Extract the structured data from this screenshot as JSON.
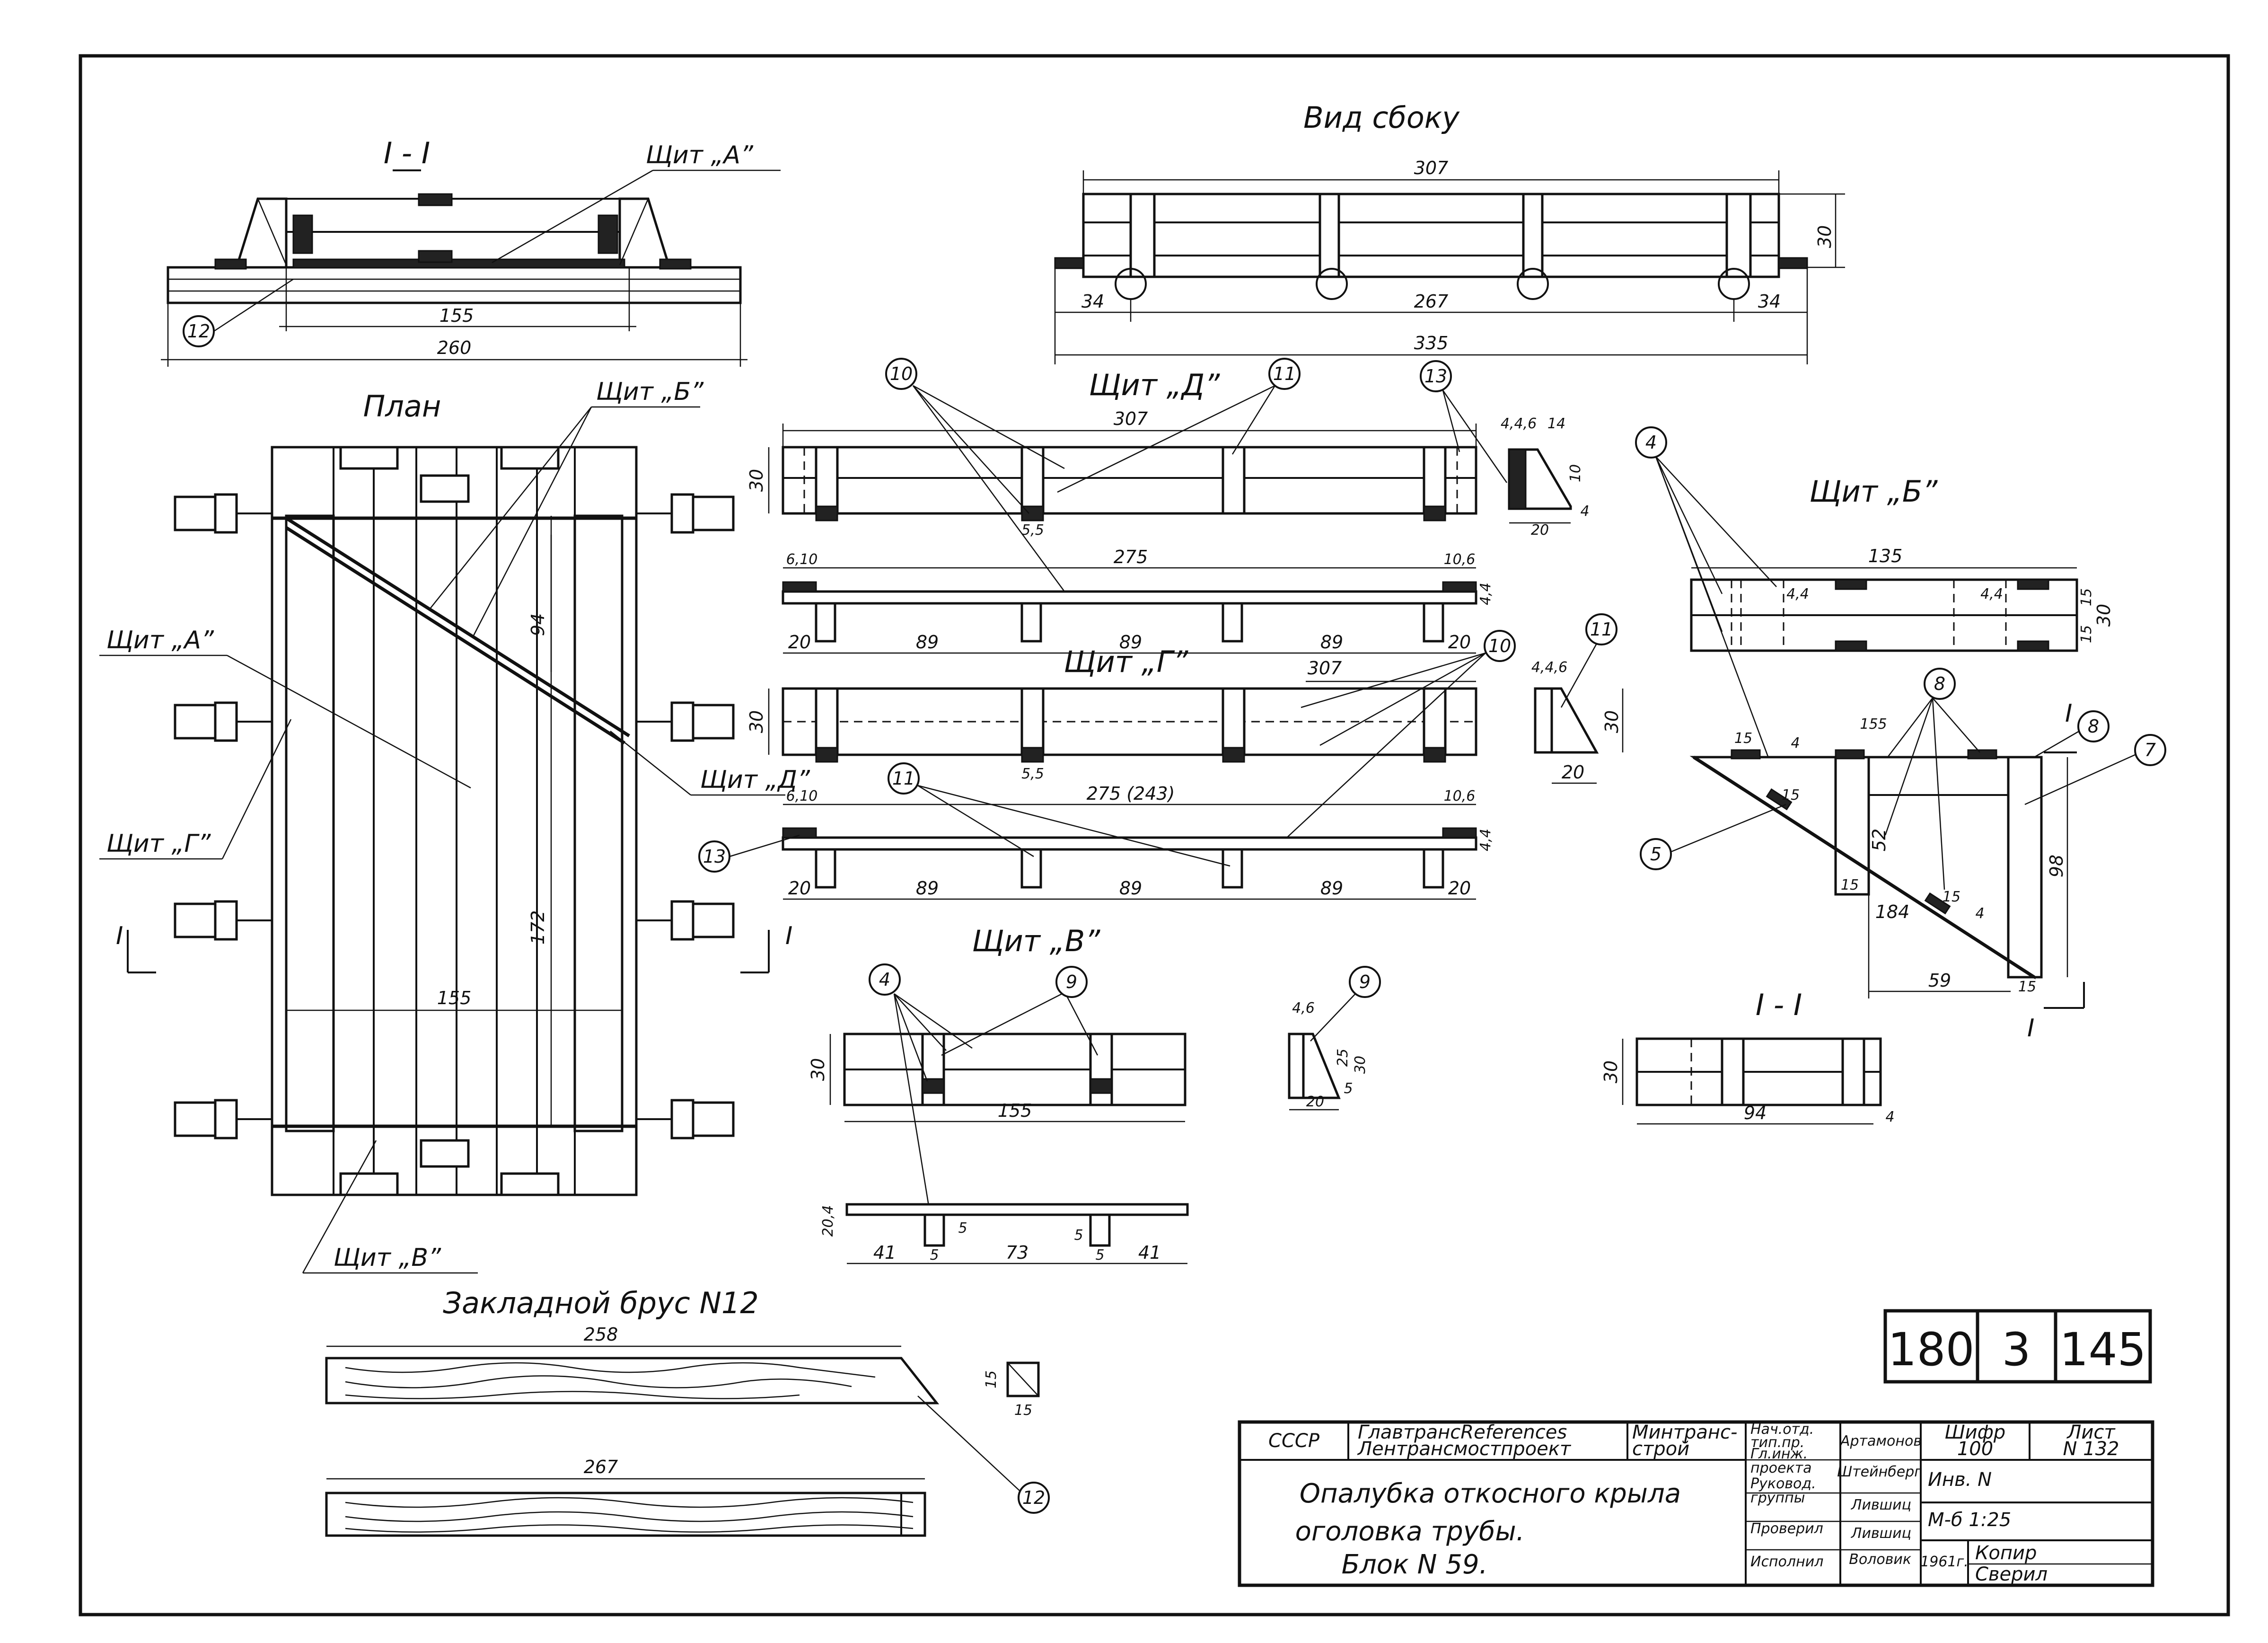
{
  "views": {
    "side_view": "Вид сбоку",
    "section_top": "I - I",
    "plan": "План",
    "shield_d": "Щит „Д”",
    "shield_g": "Щит „Г”",
    "shield_v": "Щит „В”",
    "shield_b": "Щит „Б”",
    "section_b": "I - I",
    "embedded_beam": "Закладной брус N12"
  },
  "labels": {
    "shield_a": "Щит „А”",
    "shield_b": "Щит „Б”",
    "shield_v": "Щит „В”",
    "shield_g": "Щит „Г”",
    "shield_d": "Щит „Д”",
    "cut_mark": "I"
  },
  "markers": [
    "12",
    "10",
    "11",
    "13",
    "4",
    "9",
    "8",
    "7",
    "5"
  ],
  "dims": {
    "sec_155": "155",
    "sec_260": "260",
    "side_307": "307",
    "side_30": "30",
    "side_34a": "34",
    "side_267": "267",
    "side_34b": "34",
    "side_335": "335",
    "plan_94": "94",
    "plan_172": "172",
    "plan_155": "155",
    "d_307": "307",
    "d_30": "30",
    "d_446": "4,4,6",
    "d_14": "14",
    "d_10": "10",
    "d_20": "20",
    "d_4": "4",
    "d_55": "5,5",
    "d_610": "6,10",
    "d_275": "275",
    "d_106": "10,6",
    "d_44": "4,4",
    "d_20a": "20",
    "d_89a": "89",
    "d_89b": "89",
    "d_89c": "89",
    "d_20b": "20",
    "g_307": "307",
    "g_30": "30",
    "g_55": "5,5",
    "g_610": "6,10",
    "g_275": "275 (243)",
    "g_106": "10,6",
    "g_44": "4,4",
    "g_20a": "20",
    "g_89a": "89",
    "g_89b": "89",
    "g_89c": "89",
    "g_20b": "20",
    "g_446": "4,4,6",
    "g_30p": "30",
    "g_20p": "20",
    "v_30": "30",
    "v_155": "155",
    "v_46": "4,6",
    "v_25": "25",
    "v_30b": "30",
    "v_5": "5",
    "v_20": "20",
    "v_204": "20,4",
    "v_5a": "5",
    "v_5b": "5",
    "v_41a": "41",
    "v_5c": "5",
    "v_73": "73",
    "v_5d": "5",
    "v_41b": "41",
    "b_135": "135",
    "b_15a": "15",
    "b_30": "30",
    "b_15b": "15",
    "b_44a": "4,4",
    "b_44b": "4,4",
    "b_15c": "15",
    "b_155": "155",
    "b_4": "4",
    "b_15d": "15",
    "b_52": "52",
    "b_15e": "15",
    "b_15f": "15",
    "b_184": "184",
    "b_15g": "15",
    "b_4b": "4",
    "b_98": "98",
    "b_59": "59",
    "b_15h": "15",
    "s_30": "30",
    "s_94": "94",
    "s_4": "4",
    "beam_258": "258",
    "beam_267": "267",
    "beam_15a": "15",
    "beam_15b": "15"
  },
  "drawing_number": {
    "series": "180",
    "issue": "3",
    "sheet": "145"
  },
  "title_block": {
    "org_ussr": "СССР",
    "org_main": "ГлавтрансReferences",
    "org_main2": "Лентрансмостпроект",
    "ministry": "Минтранс-",
    "ministry2": "строй",
    "title1": "Опалубка откосного крыла",
    "title2": "оголовка трубы.",
    "title3": "Блок N 59.",
    "roles": [
      "Нач.отд.",
      "тип.пр.",
      "Гл.инж.",
      "проекта",
      "Руковод.",
      "группы",
      "Проверил",
      "Исполнил"
    ],
    "names": [
      "Артамонов",
      "Штейнберг",
      "Лившиц",
      "Лившиц",
      "Воловик"
    ],
    "code_label": "Шифр",
    "code_value": "100",
    "sheet_label": "Лист",
    "sheet_value": "N 132",
    "inv_label": "Инв. N",
    "scale": "М-б 1:25",
    "year": "1961г.",
    "copied_label": "Копир",
    "checked_label": "Сверил"
  }
}
